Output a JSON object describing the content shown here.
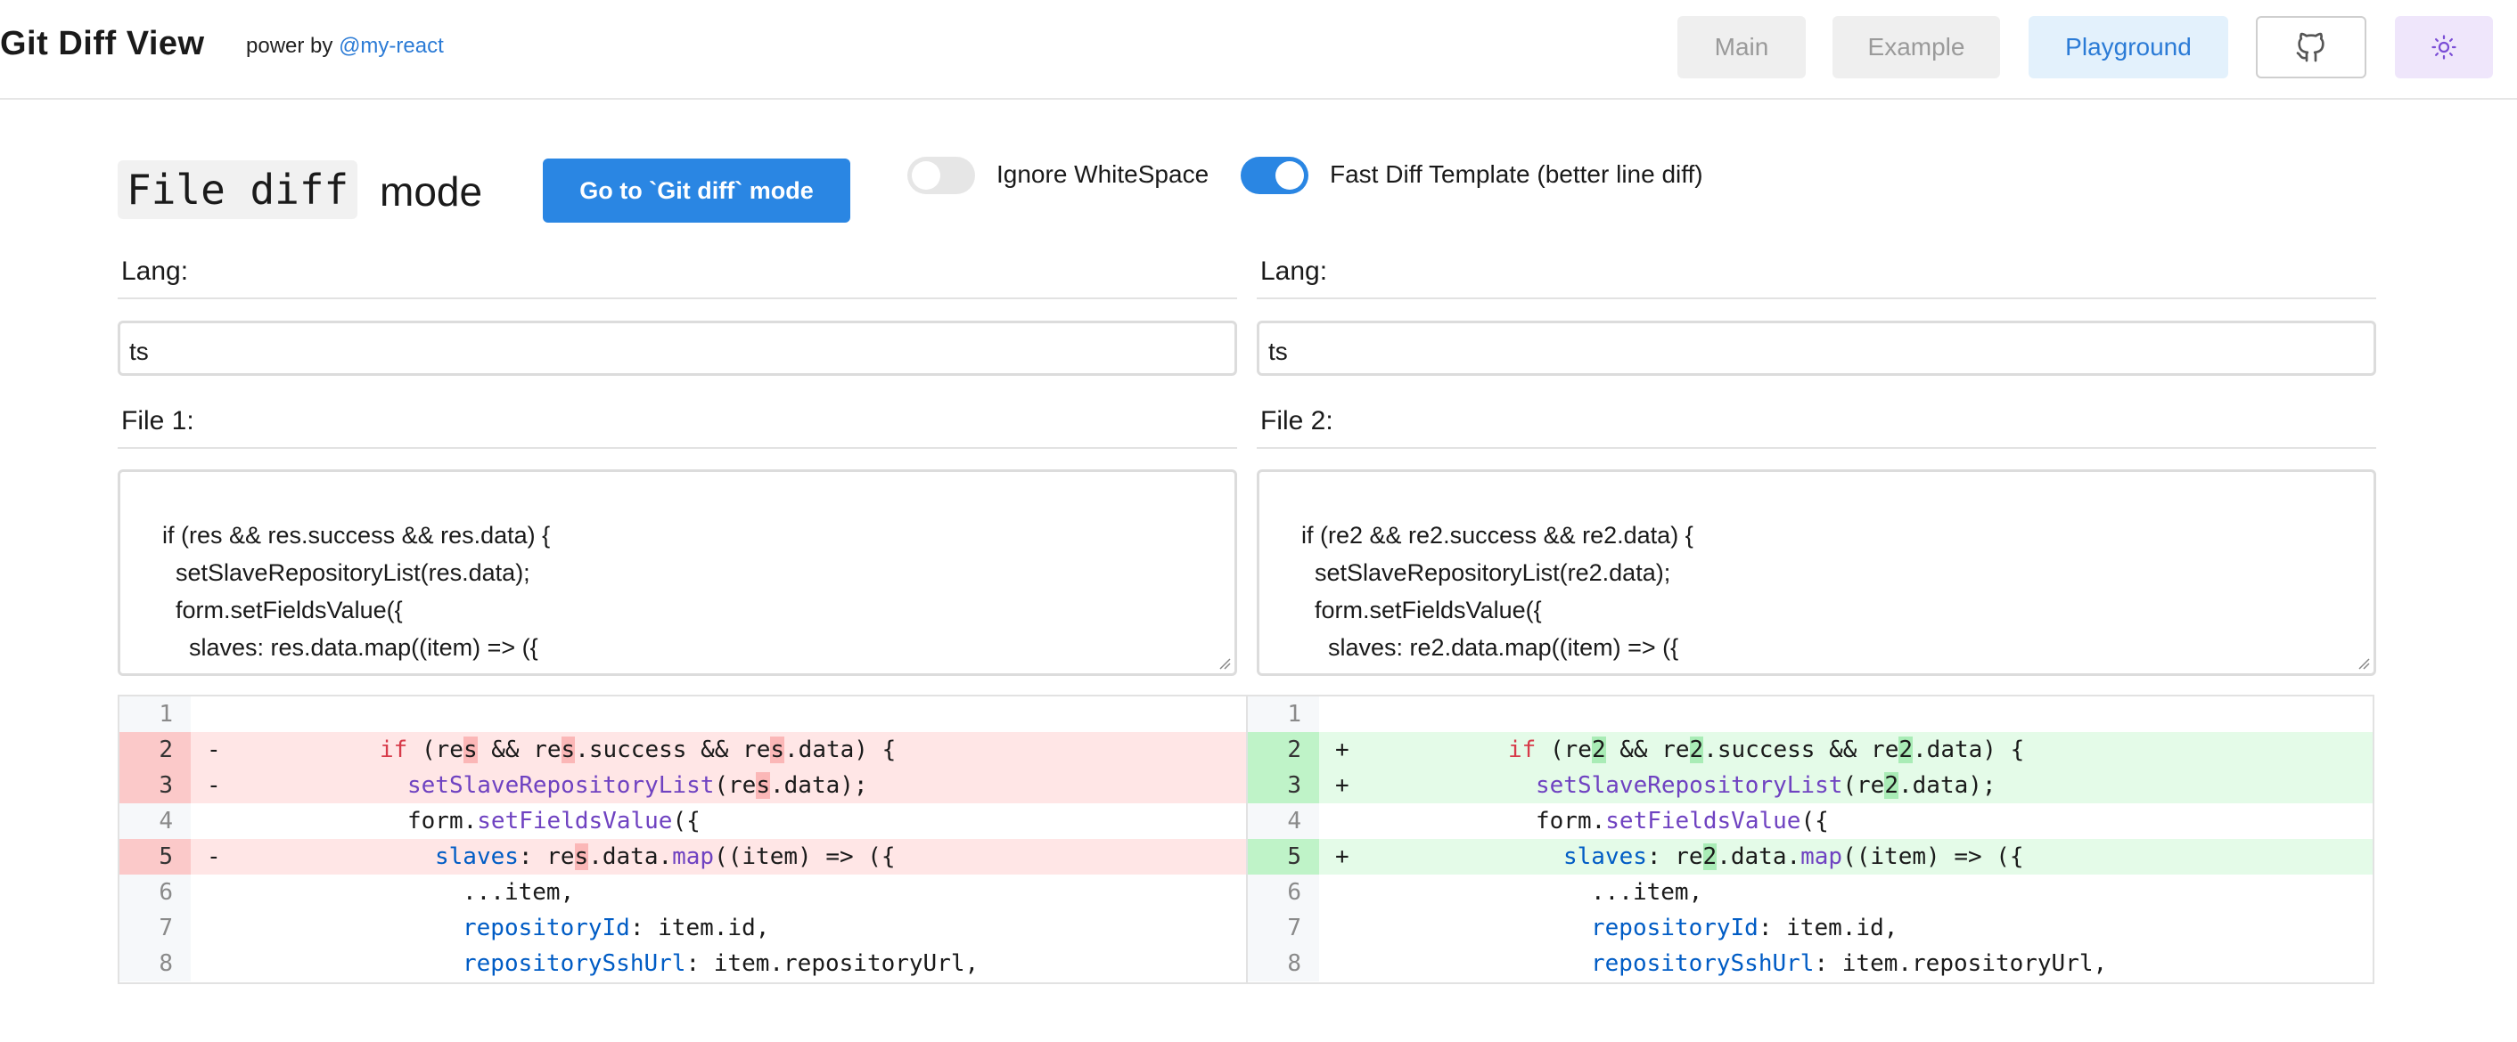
{
  "header": {
    "brand": "Git Diff View",
    "power_prefix": "power by ",
    "power_link": "@my-react",
    "nav": {
      "main": "Main",
      "example": "Example",
      "playground": "Playground"
    },
    "icons": {
      "github": "github-icon",
      "theme": "sun-icon"
    }
  },
  "controls": {
    "mode_code": "File diff",
    "mode_word": "mode",
    "git_mode_button": "Go to `Git diff` mode",
    "ignore_whitespace_label": "Ignore WhiteSpace",
    "ignore_whitespace_on": false,
    "fast_diff_label": "Fast Diff Template (better line diff)",
    "fast_diff_on": true
  },
  "left": {
    "lang_label": "Lang:",
    "lang_value": "ts",
    "file_label": "File 1:",
    "file_lines": [
      "      if (res && res.success && res.data) {",
      "        setSlaveRepositoryList(res.data);",
      "        form.setFieldsValue({",
      "          slaves: res.data.map((item) => ({"
    ]
  },
  "right": {
    "lang_label": "Lang:",
    "lang_value": "ts",
    "file_label": "File 2:",
    "file_lines": [
      "      if (re2 && re2.success && re2.data) {",
      "        setSlaveRepositoryList(re2.data);",
      "        form.setFieldsValue({",
      "          slaves: re2.data.map((item) => ({"
    ]
  },
  "diff": {
    "line_numbers": [
      "1",
      "2",
      "3",
      "4",
      "5",
      "6",
      "7",
      "8"
    ],
    "minus": "-",
    "plus": "+",
    "tokens": {
      "if": "if",
      "re": "re",
      "s": "s",
      "two": "2",
      "and": " && ",
      "success": ".success",
      "data_brace": ".data) {",
      "open_paren": " (",
      "setSlave": "setSlaveRepositoryList",
      "paren_open": "(",
      "data_close": ".data);",
      "form": "form.",
      "setFields": "setFieldsValue",
      "brace_open": "({",
      "slaves": "slaves",
      "colon_sp": ": ",
      "data_dot": ".data.",
      "map": "map",
      "item_arrow": "((item) => ({",
      "spread_item": "...item,",
      "repositoryId": "repositoryId",
      "item_id": ": item.id,",
      "repositorySshUrl": "repositorySshUrl",
      "item_url": ": item.repositoryUrl,"
    }
  }
}
